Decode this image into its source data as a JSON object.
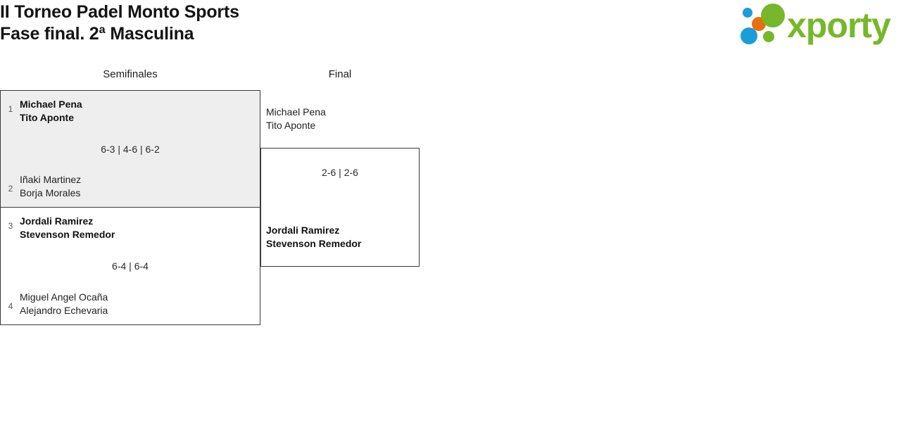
{
  "header": {
    "title_line1": "II Torneo Padel Monto Sports",
    "title_line2": "Fase final. 2ª Masculina",
    "logo": {
      "wordmark": "xporty",
      "green": "#76b82a",
      "blue": "#1b9dd9",
      "orange": "#e8700a"
    }
  },
  "bracket": {
    "rounds": [
      {
        "id": "semifinals",
        "label": "Semifinales"
      },
      {
        "id": "final",
        "label": "Final"
      }
    ],
    "semifinals": [
      {
        "id": "sf1",
        "highlighted": true,
        "score": "6-3 | 4-6 | 6-2",
        "top": {
          "seed": "1",
          "player1": "Michael Pena",
          "player2": "Tito Aponte",
          "winner": true
        },
        "bottom": {
          "seed": "2",
          "player1": "Iñaki Martinez",
          "player2": "Borja Morales",
          "winner": false
        }
      },
      {
        "id": "sf2",
        "highlighted": false,
        "score": "6-4 | 6-4",
        "top": {
          "seed": "3",
          "player1": "Jordali Ramirez",
          "player2": "Stevenson Remedor",
          "winner": true
        },
        "bottom": {
          "seed": "4",
          "player1": "Miguel Angel Ocaña",
          "player2": "Alejandro Echevaria",
          "winner": false
        }
      }
    ],
    "final": {
      "id": "final-match",
      "score": "2-6 | 2-6",
      "top": {
        "player1": "Michael Pena",
        "player2": "Tito Aponte",
        "winner": false
      },
      "bottom": {
        "player1": "Jordali Ramirez",
        "player2": "Stevenson Remedor",
        "winner": true
      }
    }
  }
}
